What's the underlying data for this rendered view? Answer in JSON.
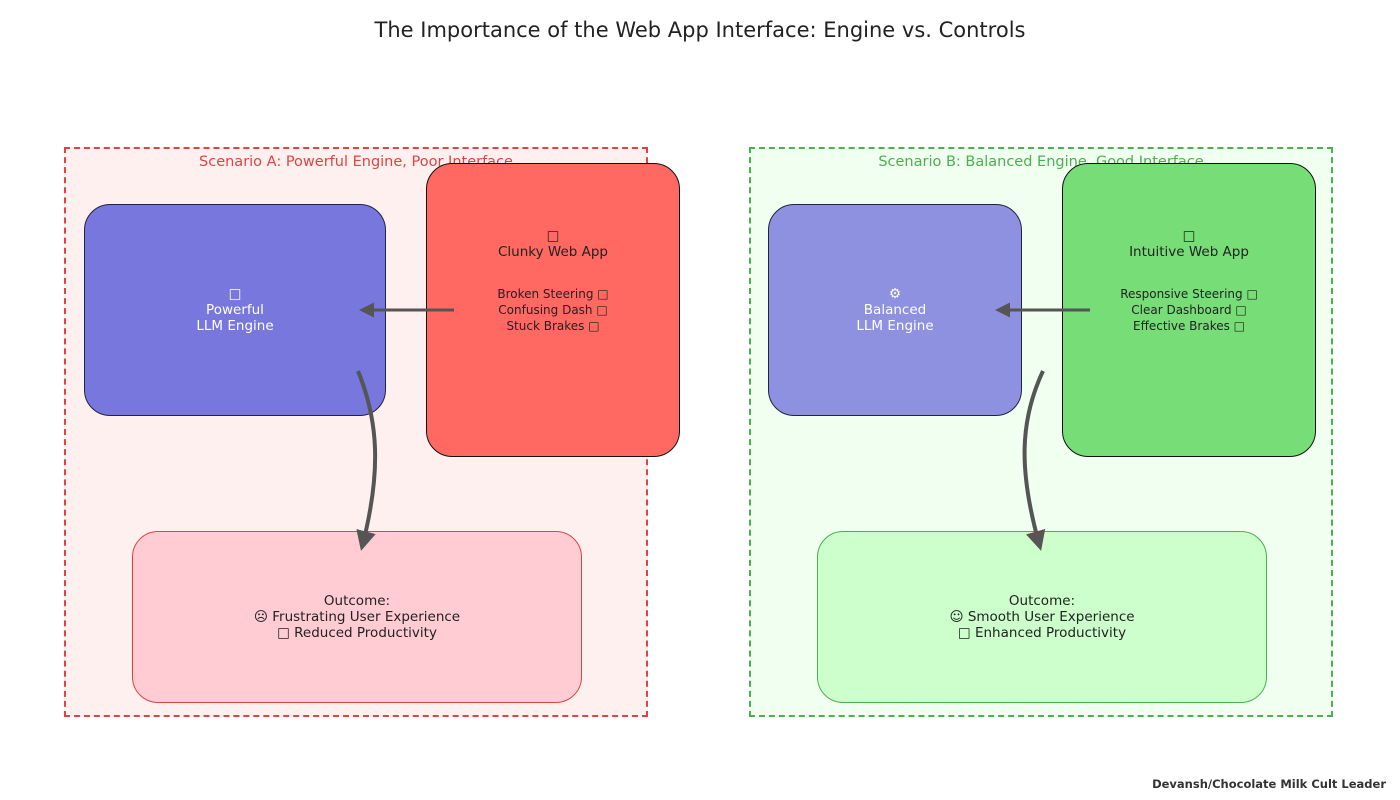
{
  "title": "The Importance of the Web App Interface: Engine vs. Controls",
  "scenario_a": {
    "title": "Scenario A: Powerful Engine, Poor Interface",
    "engine": {
      "icon": "□",
      "line1": "Powerful",
      "line2": "LLM Engine"
    },
    "webapp": {
      "icon": "□",
      "name": "Clunky Web App",
      "features": [
        "Broken Steering □",
        "Confusing Dash □",
        "Stuck Brakes □"
      ]
    },
    "outcome": {
      "label": "Outcome:",
      "line1": "☹ Frustrating User Experience",
      "line2": "□ Reduced Productivity"
    }
  },
  "scenario_b": {
    "title": "Scenario B: Balanced Engine, Good Interface",
    "engine": {
      "icon": "⚙",
      "line1": "Balanced",
      "line2": "LLM Engine"
    },
    "webapp": {
      "icon": "□",
      "name": "Intuitive Web App",
      "features": [
        "Responsive Steering □",
        "Clear Dashboard □",
        "Effective Brakes □"
      ]
    },
    "outcome": {
      "label": "Outcome:",
      "line1": "☺ Smooth User Experience",
      "line2": "□ Enhanced Productivity"
    }
  },
  "credit": "Devansh/Chocolate Milk Cult Leader",
  "colors": {
    "panel_a_border": "#dd4444",
    "panel_a_bg": "#fff0f0",
    "panel_b_border": "#4caf50",
    "panel_b_bg": "#f0fff0",
    "engine_a": "#7777dd",
    "engine_b": "#8e90e0",
    "webapp_a": "#ff6961",
    "webapp_b": "#77dd77",
    "outcome_a": "#ffccd3",
    "outcome_b": "#ccffcc",
    "arrow": "#555555"
  }
}
